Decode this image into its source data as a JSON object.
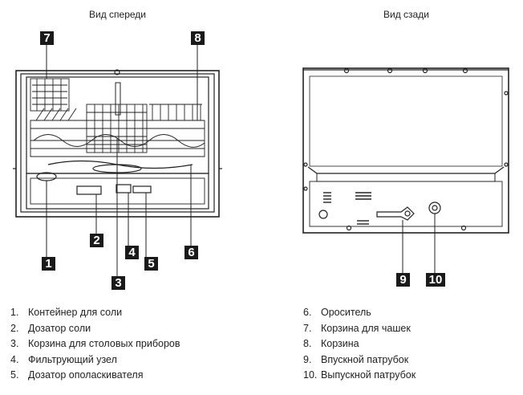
{
  "views": {
    "front_title": "Вид спереди",
    "back_title": "Вид сзади"
  },
  "callouts": {
    "c1": "1",
    "c2": "2",
    "c3": "3",
    "c4": "4",
    "c5": "5",
    "c6": "6",
    "c7": "7",
    "c8": "8",
    "c9": "9",
    "c10": "10"
  },
  "legend_left": [
    {
      "num": "1.",
      "text": "Контейнер для соли"
    },
    {
      "num": "2.",
      "text": "Дозатор соли"
    },
    {
      "num": "3.",
      "text": "Корзина для столовых приборов"
    },
    {
      "num": "4.",
      "text": "Фильтрующий узел"
    },
    {
      "num": "5.",
      "text": "Дозатор ополаскивателя"
    }
  ],
  "legend_right": [
    {
      "num": "6.",
      "text": "Ороситель"
    },
    {
      "num": "7.",
      "text": "Корзина для чашек"
    },
    {
      "num": "8.",
      "text": "Корзина"
    },
    {
      "num": "9.",
      "text": "Впускной патрубок"
    },
    {
      "num": "10.",
      "text": "Выпускной патрубок"
    }
  ]
}
